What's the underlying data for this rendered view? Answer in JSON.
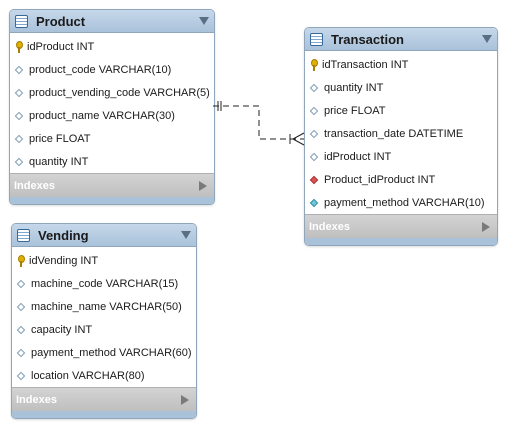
{
  "tables": {
    "product": {
      "title": "Product",
      "indexes_label": "Indexes",
      "columns": [
        {
          "text": "idProduct INT",
          "icon": "key-icon"
        },
        {
          "text": "product_code VARCHAR(10)",
          "icon": "diamond-icon"
        },
        {
          "text": "product_vending_code VARCHAR(5)",
          "icon": "diamond-icon"
        },
        {
          "text": "product_name VARCHAR(30)",
          "icon": "diamond-icon"
        },
        {
          "text": "price FLOAT",
          "icon": "diamond-icon"
        },
        {
          "text": "quantity INT",
          "icon": "diamond-icon"
        }
      ]
    },
    "transaction": {
      "title": "Transaction",
      "indexes_label": "Indexes",
      "columns": [
        {
          "text": "idTransaction INT",
          "icon": "key-icon"
        },
        {
          "text": "quantity INT",
          "icon": "diamond-icon"
        },
        {
          "text": "price FLOAT",
          "icon": "diamond-icon"
        },
        {
          "text": "transaction_date DATETIME",
          "icon": "diamond-icon"
        },
        {
          "text": "idProduct INT",
          "icon": "diamond-icon"
        },
        {
          "text": "Product_idProduct INT",
          "icon": "foreign-key-icon"
        },
        {
          "text": "payment_method VARCHAR(10)",
          "icon": "filled-diamond-icon"
        }
      ]
    },
    "vending": {
      "title": "Vending",
      "indexes_label": "Indexes",
      "columns": [
        {
          "text": "idVending INT",
          "icon": "key-icon"
        },
        {
          "text": "machine_code VARCHAR(15)",
          "icon": "diamond-icon"
        },
        {
          "text": "machine_name VARCHAR(50)",
          "icon": "diamond-icon"
        },
        {
          "text": "capacity INT",
          "icon": "diamond-icon"
        },
        {
          "text": "payment_method VARCHAR(60)",
          "icon": "diamond-icon"
        },
        {
          "text": "location VARCHAR(80)",
          "icon": "diamond-icon"
        }
      ]
    }
  },
  "relationships": [
    {
      "from": "Product",
      "to": "Transaction",
      "cardinality": "one-to-many",
      "style": "dashed"
    }
  ],
  "colors": {
    "header": "#a9c2da",
    "border": "#8fa6bd",
    "indexes_bar": "#c8c8c8",
    "key": "#e0b000",
    "foreign_key": "#e05252",
    "non_null": "#6cc7d6"
  }
}
